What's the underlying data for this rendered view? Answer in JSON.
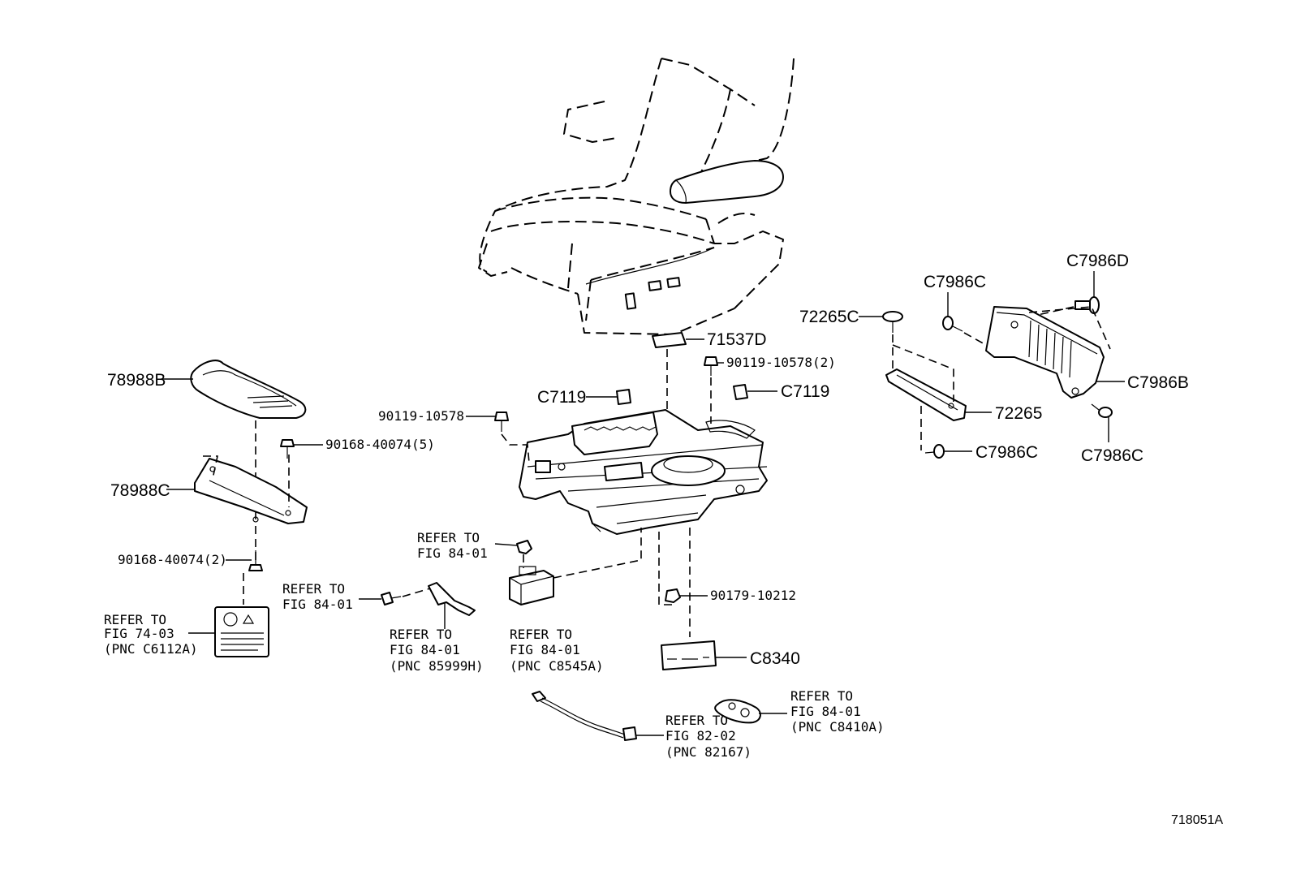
{
  "diagram_id": "718051A",
  "labels": {
    "p78988B": "78988B",
    "p78988C": "78988C",
    "p90168_5": "90168-40074(5)",
    "p90168_2": "90168-40074(2)",
    "p90119_left": "90119-10578",
    "p90119_top": "90119-10578(2)",
    "c7119_left": "C7119",
    "c7119_right": "C7119",
    "p71537D": "71537D",
    "p72265C": "72265C",
    "p72265": "72265",
    "c7986C_top": "C7986C",
    "c7986D": "C7986D",
    "c7986B": "C7986B",
    "c7986C_right": "C7986C",
    "c7986C_bottom": "C7986C",
    "p90179": "90179-10212",
    "c8340": "C8340"
  },
  "refs": {
    "fig74": [
      "REFER TO",
      "FIG 74-03",
      "(PNC C6112A)"
    ],
    "fig84_a": [
      "REFER TO",
      "FIG 84-01"
    ],
    "fig84_b": [
      "REFER TO",
      "FIG 84-01"
    ],
    "fig84_c": [
      "REFER TO",
      "FIG 84-01",
      "(PNC 85999H)"
    ],
    "fig84_d": [
      "REFER TO",
      "FIG 84-01",
      "(PNC C8545A)"
    ],
    "fig82": [
      "REFER TO",
      "FIG 82-02",
      "(PNC 82167)"
    ],
    "fig84_e": [
      "REFER TO",
      "FIG 84-01",
      "(PNC C8410A)"
    ]
  }
}
